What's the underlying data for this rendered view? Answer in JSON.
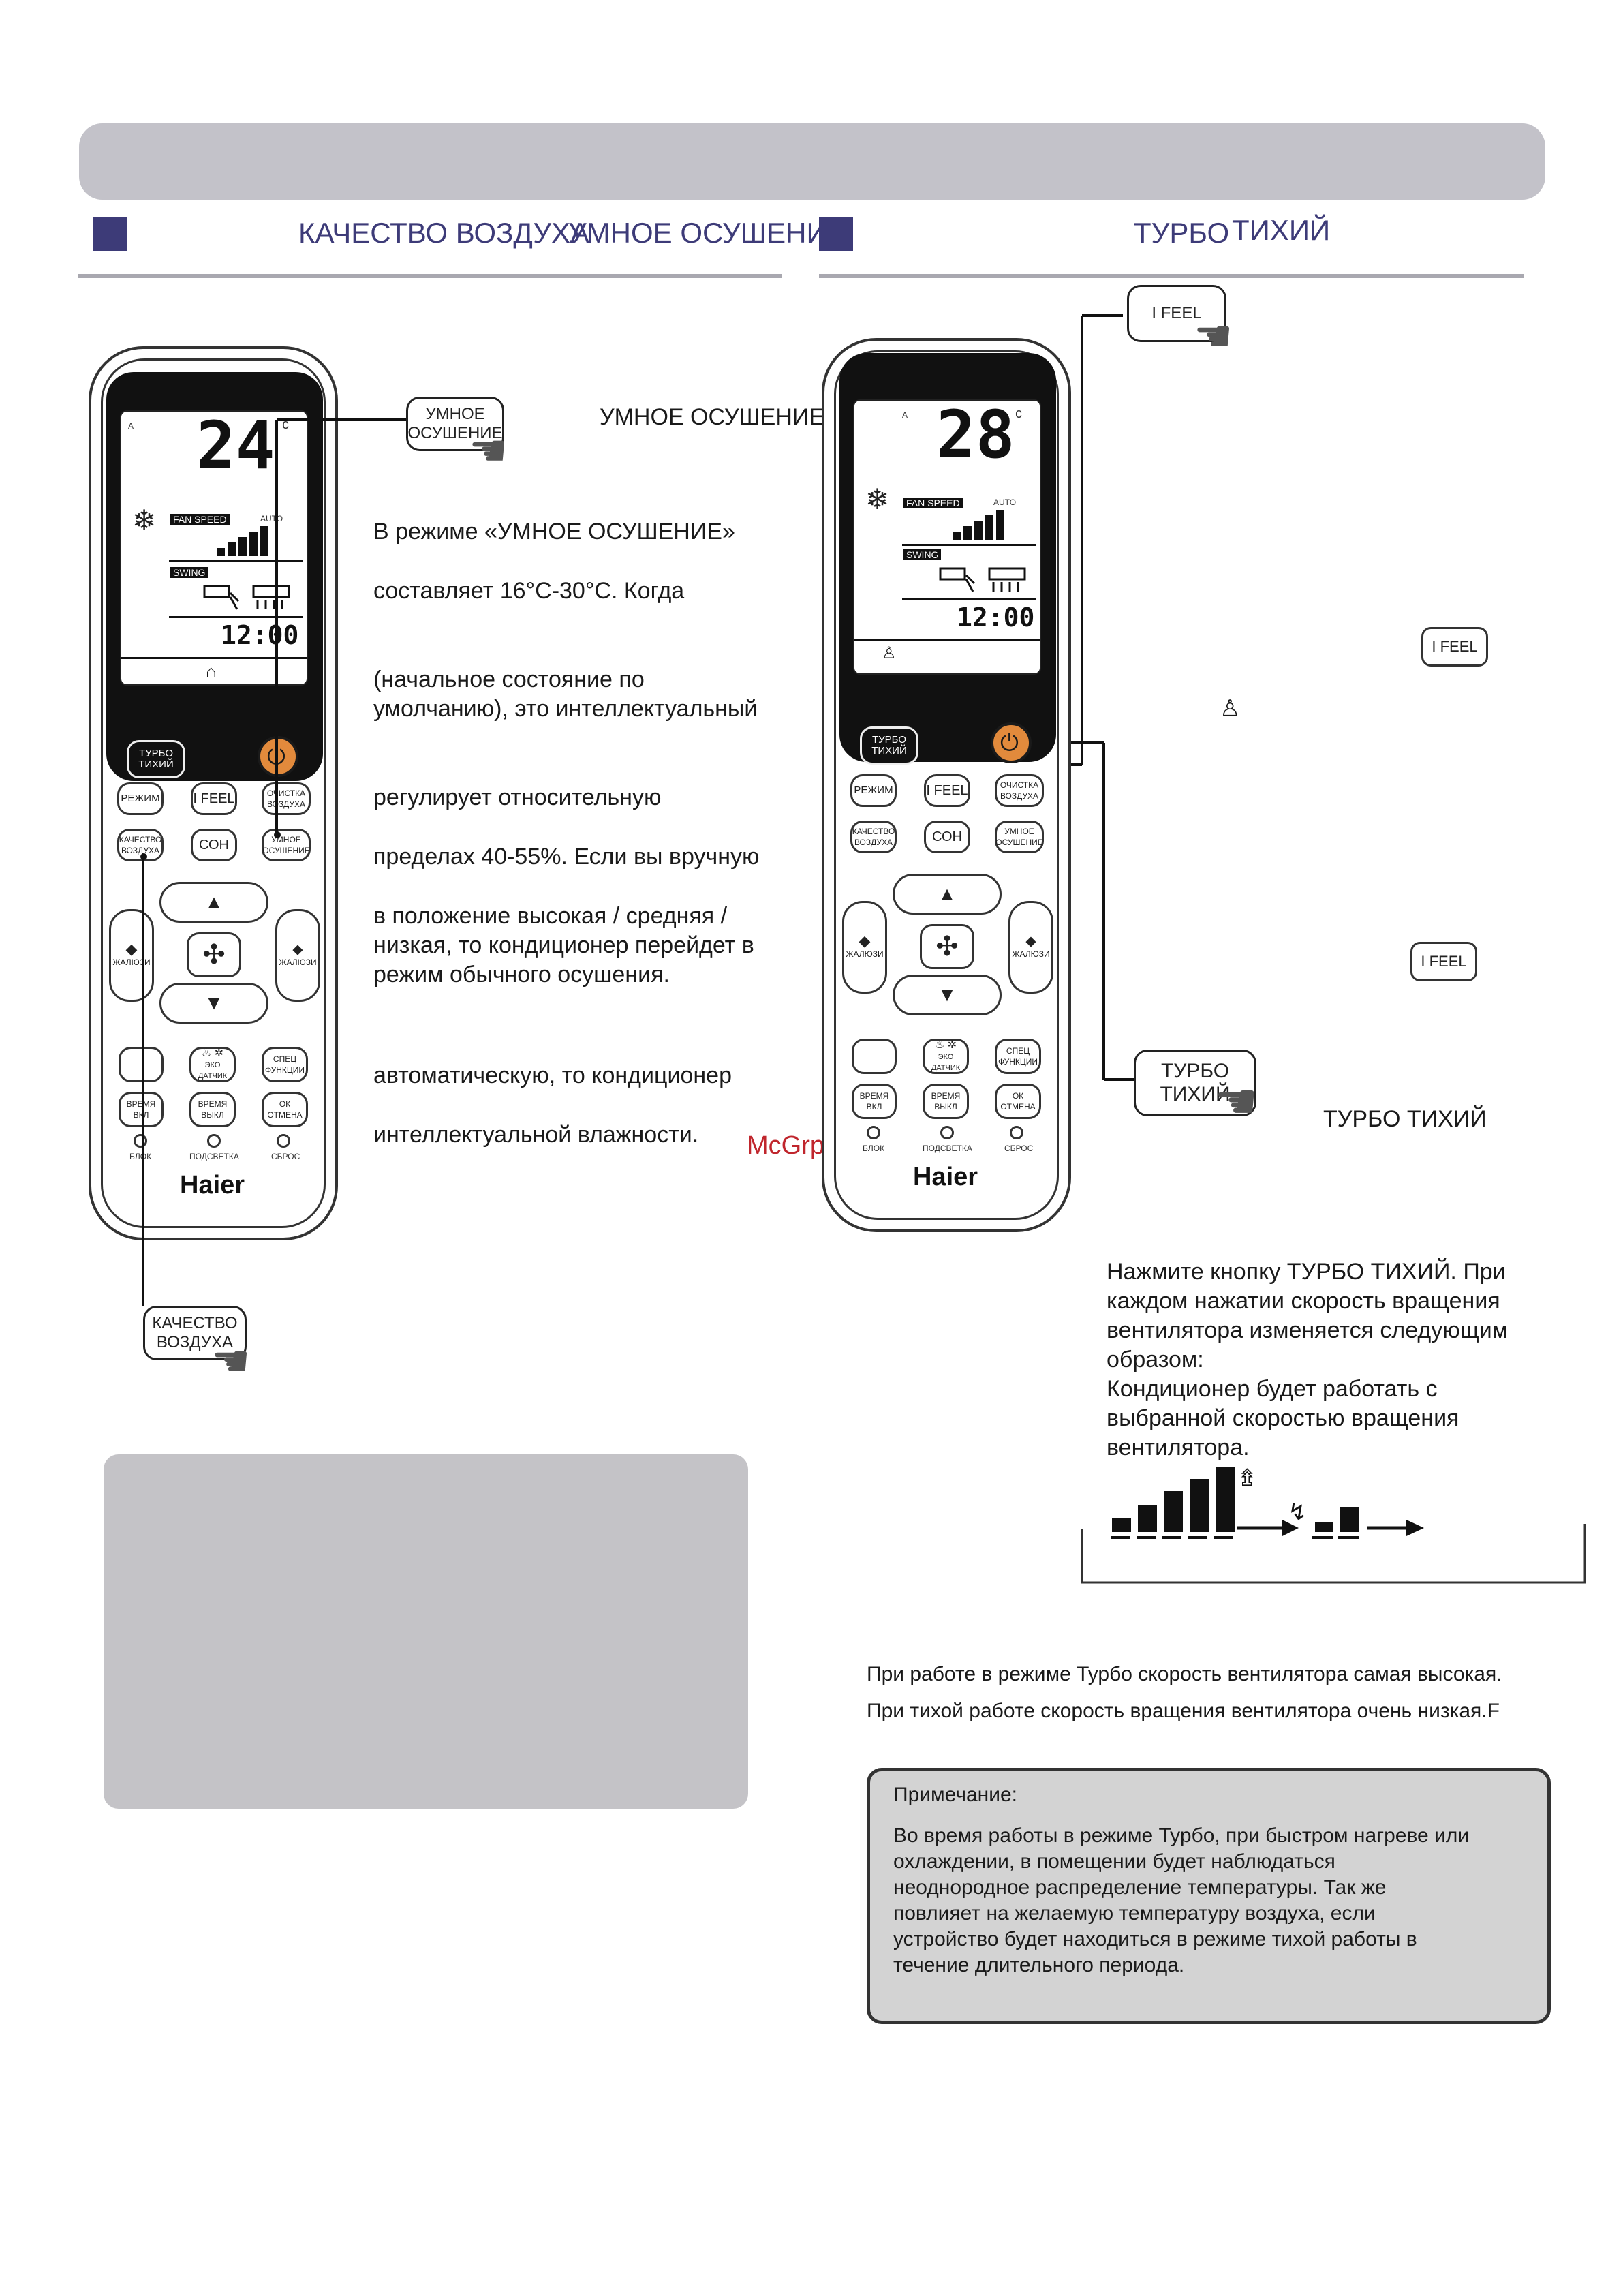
{
  "header": {
    "left_title_1": "КАЧЕСТВО  ВОЗДУХА",
    "left_title_2": "УМНОЕ  ОСУШЕНИЕ",
    "right_title_1": "ТУРБО",
    "right_title_2": "ТИХИЙ"
  },
  "left": {
    "callout_smart_dry": "УМНОЕ ОСУШЕНИЕ",
    "callout_smart_dry_btn": [
      "УМНОЕ",
      "ОСУШЕНИЕ"
    ],
    "callout_air_quality_btn": [
      "КАЧЕСТВО",
      "ВОЗДУХА"
    ],
    "paragraphs": [
      "В режиме «УМНОЕ ОСУШЕНИЕ»",
      "составляет 16°С-30°С. Когда",
      "(начальное состояние по",
      "умолчанию), это интеллектуальный",
      "регулирует относительную",
      "пределах 40-55%. Если вы вручную",
      "в положение высокая / средняя /",
      "низкая, то кондиционер перейдет в",
      "режим обычного осушения.",
      "автоматическую, то кондиционер",
      "интеллектуальной влажности."
    ]
  },
  "right": {
    "callout_ifeel": "I FEEL",
    "small_ifeel_1": "I FEEL",
    "small_ifeel_2": "I FEEL",
    "callout_turbo_btn": [
      "ТУРБО",
      "ТИХИЙ"
    ],
    "callout_turbo_label": "ТУРБО ТИХИЙ",
    "turbo_paragraph": [
      "Нажмите кнопку ТУРБО ТИХИЙ. При",
      "каждом нажатии скорость вращения",
      "вентилятора изменяется следующим",
      "образом:",
      "Кондиционер будет работать с",
      "выбранной скоростью вращения",
      "вентилятора."
    ],
    "note_line_1": "При работе в режиме Турбо скорость вентилятора самая высокая.",
    "note_line_2": "При тихой работе скорость вращения вентилятора очень низкая.F",
    "note_title": "Примечание:",
    "note_body": [
      "Во время работы в режиме Турбо, при быстром нагреве или",
      "охлаждении, в помещении будет наблюдаться",
      "неоднородное распределение температуры. Так же",
      "повлияет на желаемую температуру воздуха, если",
      "устройство будет находиться в режиме тихой работы в",
      "течение длительного периода."
    ]
  },
  "watermark": "McGrp.Ru",
  "remote_left": {
    "temp": "24",
    "unit": "c",
    "mode_letter": "A",
    "fan_speed": "FAN SPEED",
    "auto": "AUTO",
    "swing": "SWING",
    "clock": "12:00",
    "turbo_btn": [
      "ТУРБО",
      "ТИХИЙ"
    ],
    "keys": {
      "mode": "РЕЖИМ",
      "ifeel": "I FEEL",
      "clean": [
        "ОЧИСТКА",
        "ВОЗДУХА"
      ],
      "air_quality": [
        "КАЧЕСТВО",
        "ВОЗДУХА"
      ],
      "sleep": "СОН",
      "smart_dry": [
        "УМНОЕ",
        "ОСУШЕНИЕ"
      ],
      "louver": "ЖАЛЮЗИ",
      "eco": "ЭКО ДАТЧИК",
      "special": [
        "СПЕЦ",
        "ФУНКЦИИ"
      ],
      "time_on": [
        "ВРЕМЯ",
        "ВКЛ"
      ],
      "time_off": [
        "ВРЕМЯ",
        "ВЫКЛ"
      ],
      "ok": [
        "ОК",
        "ОТМЕНА"
      ],
      "lock": "БЛОК",
      "light": "ПОДСВЕТКА",
      "reset": "СБРОС"
    },
    "brand": "Haier"
  },
  "remote_right": {
    "temp": "28",
    "unit": "c",
    "mode_letter": "A",
    "fan_speed": "FAN SPEED",
    "auto": "AUTO",
    "swing": "SWING",
    "clock": "12:00",
    "turbo_btn": [
      "ТУРБО",
      "ТИХИЙ"
    ],
    "keys": {
      "mode": "РЕЖИМ",
      "ifeel": "I FEEL",
      "clean": [
        "ОЧИСТКА",
        "ВОЗДУХА"
      ],
      "air_quality": [
        "КАЧЕСТВО",
        "ВОЗДУХА"
      ],
      "sleep": "СОН",
      "smart_dry": [
        "УМНОЕ",
        "ОСУШЕНИЕ"
      ],
      "louver": "ЖАЛЮЗИ",
      "eco": "ЭКО ДАТЧИК",
      "special": [
        "СПЕЦ",
        "ФУНКЦИИ"
      ],
      "time_on": [
        "ВРЕМЯ",
        "ВКЛ"
      ],
      "time_off": [
        "ВРЕМЯ",
        "ВЫКЛ"
      ],
      "ok": [
        "ОК",
        "ОТМЕНА"
      ],
      "lock": "БЛОК",
      "light": "ПОДСВЕТКА",
      "reset": "СБРОС"
    },
    "brand": "Haier"
  },
  "colors": {
    "accent": "#3d3b78",
    "banner": "#c3c2c9",
    "power": "#e28a3c",
    "watermark": "#c0262d"
  },
  "icons": [
    "snowflake-icon",
    "hand-pointer-icon",
    "power-icon",
    "fan-icon",
    "arrow-up-icon",
    "arrow-down-icon",
    "person-sensor-icon",
    "turbo-icon",
    "quiet-icon"
  ]
}
